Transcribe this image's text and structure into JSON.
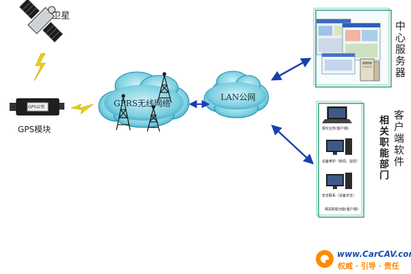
{
  "labels": {
    "satellite": "卫星",
    "gps_module": "GPS模块",
    "gps_device_text": "GPS公司",
    "gprs_network": "GPRS无线网络",
    "lan_network": "LAN公网",
    "central_server": "中心服务器",
    "client_software": "客户端软件",
    "departments": "相关职能部门",
    "client_caption_1": "报价业务(客户端)",
    "client_caption_2": "设备维护（新闻、监控）",
    "client_caption_3": "安全联系（设备安全）",
    "client_footer": "相关职能功能(客户端)"
  },
  "watermark": {
    "site": "www.CarCAV.com",
    "slogan": "权威 · 引导 · 责任"
  },
  "colors": {
    "cloud_fill": "#7fd0e0",
    "cloud_edge": "#1f8fb0",
    "arrow": "#1a3fb0",
    "lightning": "#f2d000",
    "panel_shadow": "#2f9f7f",
    "watermark_orange": "#ff8a00",
    "watermark_blue": "#1a4fb0"
  }
}
